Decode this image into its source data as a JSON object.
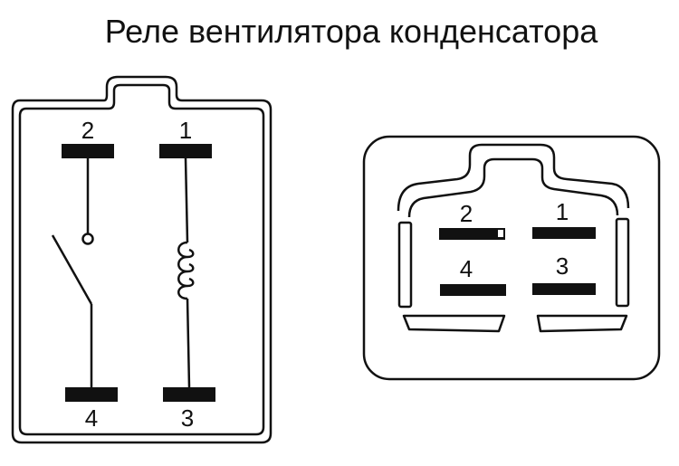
{
  "title": "Реле вентилятора конденсатора",
  "schematic": {
    "pins": {
      "p2": "2",
      "p1": "1",
      "p4": "4",
      "p3": "3"
    }
  },
  "connector": {
    "pins": {
      "p2": "2",
      "p1": "1",
      "p4": "4",
      "p3": "3"
    }
  },
  "colors": {
    "ink": "#111111",
    "background": "#ffffff"
  }
}
